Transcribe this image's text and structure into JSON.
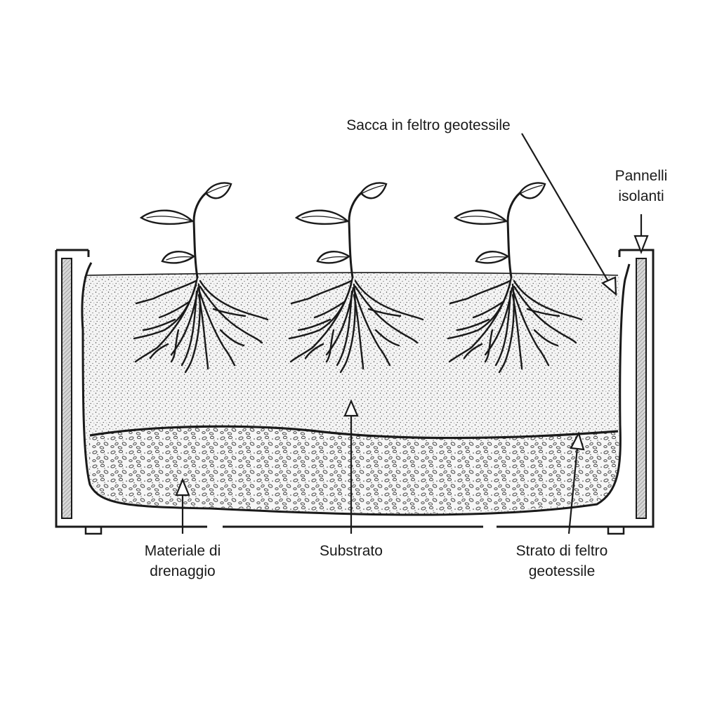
{
  "labels": {
    "felt_bag": "Sacca in feltro geotessile",
    "insulating_panels": [
      "Pannelli",
      "isolanti"
    ],
    "drainage": [
      "Materiale di",
      "drenaggio"
    ],
    "substrate": "Substrato",
    "felt_layer": [
      "Strato di feltro",
      "geotessile"
    ]
  },
  "plants": [
    "seedling",
    "seedling",
    "seedling"
  ],
  "colors": {
    "ink": "#1a1a1a",
    "background": "#ffffff",
    "panel_hatch": "#8a8a8a"
  }
}
